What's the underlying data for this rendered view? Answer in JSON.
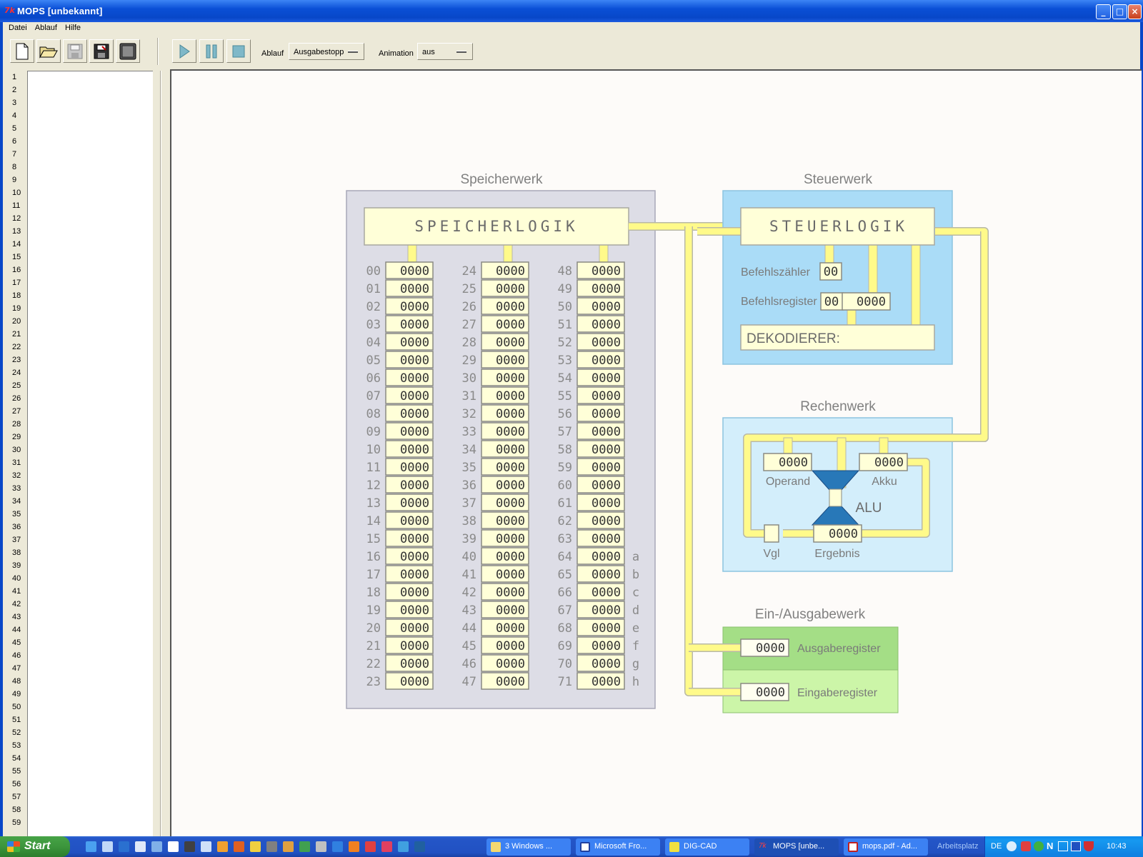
{
  "window": {
    "title": "MOPS  [unbekannt]",
    "app_glyph": "7k"
  },
  "menu": [
    "Datei",
    "Ablauf",
    "Hilfe"
  ],
  "toolbar": {
    "ablauf_label": "Ablauf",
    "ablauf_value": "Ausgabestopp",
    "animation_label": "Animation",
    "animation_value": "aus"
  },
  "editor": {
    "line_count": 59
  },
  "diagram": {
    "speicherwerk": {
      "title": "Speicherwerk",
      "logic_label": "SPEICHERLOGIK",
      "cell_value": "0000",
      "address_count": 72,
      "rows_per_column": 24,
      "letters": [
        "a",
        "b",
        "c",
        "d",
        "e",
        "f",
        "g",
        "h"
      ]
    },
    "steuerwerk": {
      "title": "Steuerwerk",
      "logic_label": "STEUERLOGIK",
      "pc_label": "Befehlszähler",
      "pc_value": "00",
      "ir_label": "Befehlsregister",
      "ir_op": "00",
      "ir_arg": "0000",
      "decoder_label": "DEKODIERER:"
    },
    "rechenwerk": {
      "title": "Rechenwerk",
      "operand_value": "0000",
      "operand_label": "Operand",
      "akku_value": "0000",
      "akku_label": "Akku",
      "alu_label": "ALU",
      "result_value": "0000",
      "result_label": "Ergebnis",
      "vgl_label": "Vgl"
    },
    "io": {
      "title": "Ein-/Ausgabewerk",
      "out_value": "0000",
      "out_label": "Ausgaberegister",
      "in_value": "0000",
      "in_label": "Eingaberegister"
    }
  },
  "colors": {
    "bus": "#fffa8a",
    "bus_outline": "#b8b8a8",
    "cell": "#ffffd8",
    "memory_bg": "#dddde6",
    "control_bg": "#aadcf7",
    "alu_bg": "#d3eefb",
    "io_out_bg": "#a4de86",
    "io_in_bg": "#ccf5a8",
    "alu_fill": "#2878b8",
    "label_gray": "#808080"
  },
  "taskbar": {
    "start_label": "Start",
    "items": [
      "3 Windows ...",
      "Microsoft Fro...",
      "DIG-CAD",
      "MOPS  [unbe...",
      "mops.pdf - Ad..."
    ],
    "quick_link": "Arbeitsplatz",
    "lang": "DE",
    "clock": "10:43"
  }
}
